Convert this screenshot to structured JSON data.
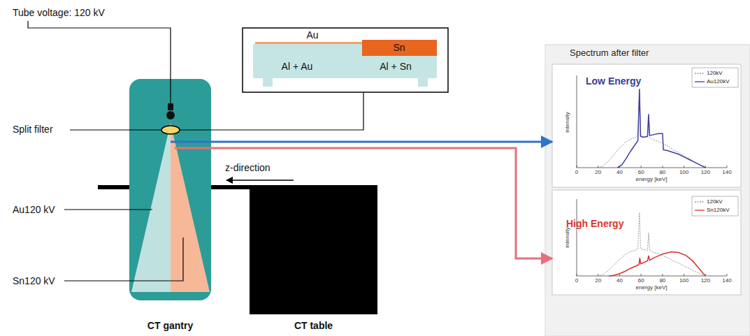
{
  "diagram": {
    "nodes": [
      {
        "text": [
          "CT gantry"
        ]
      },
      {
        "text": [
          "CT table"
        ]
      },
      {
        "text": [
          "Spectrum after filter"
        ]
      },
      {
        "text": [
          "Low Energy"
        ],
        "in": 2
      },
      {
        "text": [
          "High Energy"
        ],
        "in": 2
      }
    ],
    "edges": [
      {
        "from": 0,
        "to": 3,
        "arrow": "to"
      },
      {
        "from": 0,
        "to": 4,
        "arrow": "to"
      }
    ],
    "labels": [
      "Tube voltage: 120 kV",
      "Split filter",
      "Au120 kV",
      "Sn120 kV",
      "z-direction",
      "Au",
      "Sn",
      "Al + Au",
      "Al + Sn",
      "intensity",
      "energy [keV]",
      "0",
      "20",
      "40",
      "60",
      "80",
      "100",
      "120",
      "140",
      "intensity",
      "energy [keV]",
      "0",
      "20",
      "40",
      "60",
      "80",
      "100",
      "120",
      "140"
    ],
    "legend": [
      {
        "text": "120kV"
      },
      {
        "text": "Au120kV"
      },
      {
        "text": "120kV"
      },
      {
        "text": "Sn120kV"
      }
    ]
  }
}
